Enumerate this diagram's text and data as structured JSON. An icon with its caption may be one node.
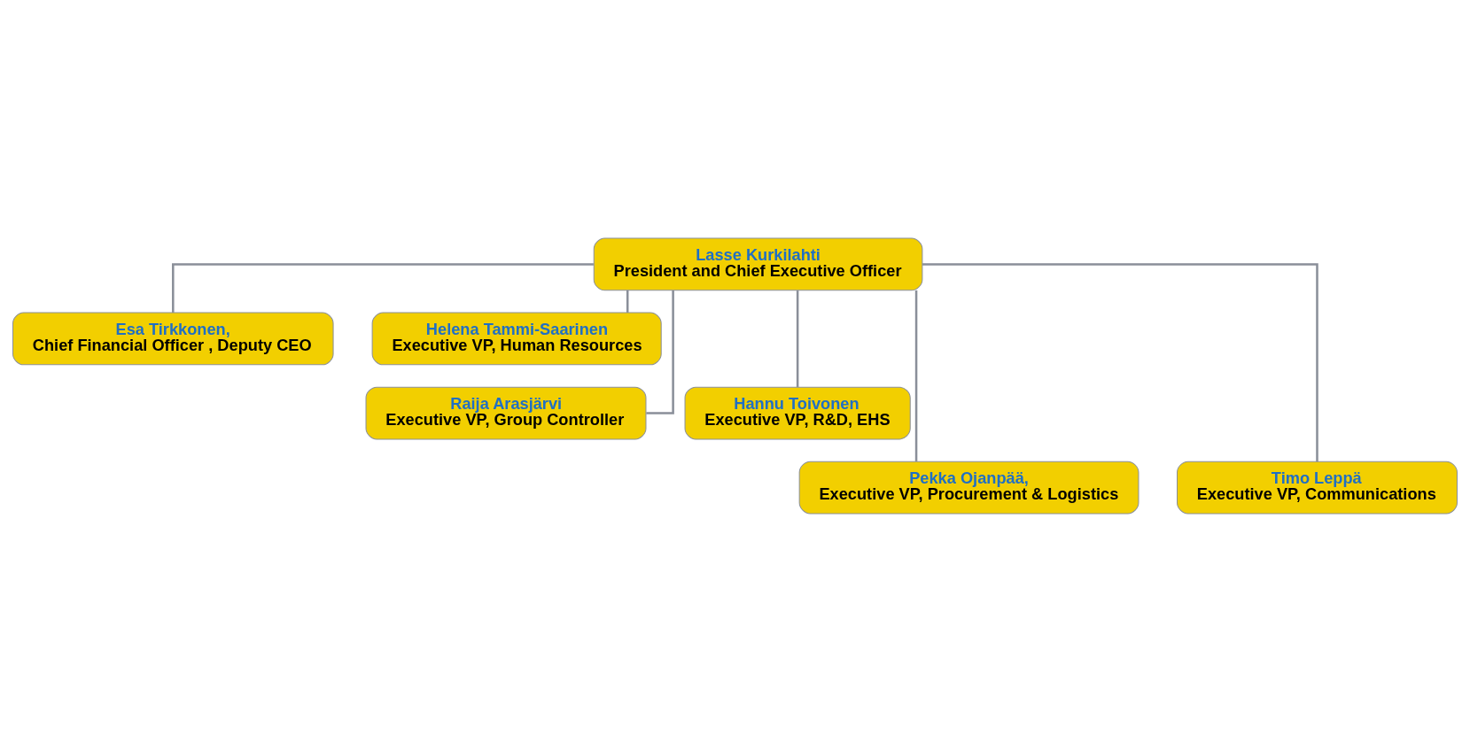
{
  "diagram": {
    "nodes": [
      {
        "text": [
          "Lasse Kurkilahti",
          "President and Chief Executive Officer"
        ]
      },
      {
        "text": [
          "Esa Tirkkonen,",
          "Chief Financial Officer , Deputy CEO"
        ]
      },
      {
        "text": [
          "Helena Tammi-Saarinen",
          "Executive VP, Human Resources"
        ]
      },
      {
        "text": [
          "Raija Arasjärvi",
          "Executive VP, Group Controller"
        ]
      },
      {
        "text": [
          "Hannu Toivonen",
          "Executive VP, R&D, EHS"
        ]
      },
      {
        "text": [
          "Pekka Ojanpää,",
          "Executive VP, Procurement & Logistics"
        ]
      },
      {
        "text": [
          "Timo Leppä",
          "Executive VP, Communications"
        ]
      }
    ],
    "edges": [
      {
        "from": 0,
        "to": 1,
        "arrow": "none"
      },
      {
        "from": 0,
        "to": 2,
        "arrow": "none"
      },
      {
        "from": 0,
        "to": 3,
        "arrow": "none"
      },
      {
        "from": 0,
        "to": 4,
        "arrow": "none"
      },
      {
        "from": 0,
        "to": 5,
        "arrow": "none"
      },
      {
        "from": 0,
        "to": 6,
        "arrow": "none"
      }
    ]
  }
}
